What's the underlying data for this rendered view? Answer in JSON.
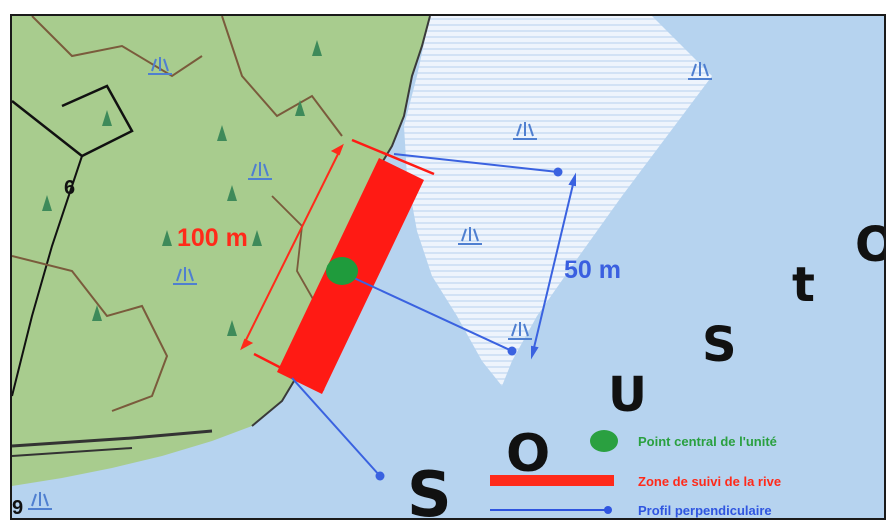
{
  "map": {
    "colors": {
      "land": "#a8cc8e",
      "lake": "#b6d3ef",
      "marsh": "#e9f1fb",
      "shoreline_zone": "#ff1a14",
      "perpendicular_profile": "#3a62e0",
      "center_point": "#1f9b3c"
    },
    "labels": {
      "length_label": "100 m",
      "width_label": "50 m",
      "grid_number": "6",
      "corner_number": "9"
    },
    "lake_name_letters": [
      "S",
      "O",
      "U",
      "S",
      "t",
      "O"
    ],
    "icons": [
      "marsh-symbol-icon",
      "tree-symbol-icon"
    ]
  },
  "legend": {
    "items": [
      {
        "label": "Point central de l'unité",
        "color": "#2aa040",
        "symbol": "dot-icon"
      },
      {
        "label": "Zone de suivi de la rive",
        "color": "#ff2a1a",
        "symbol": "red-bar-icon"
      },
      {
        "label": "Profil perpendiculaire",
        "color": "#2f55e0",
        "symbol": "blue-line-icon"
      }
    ]
  }
}
